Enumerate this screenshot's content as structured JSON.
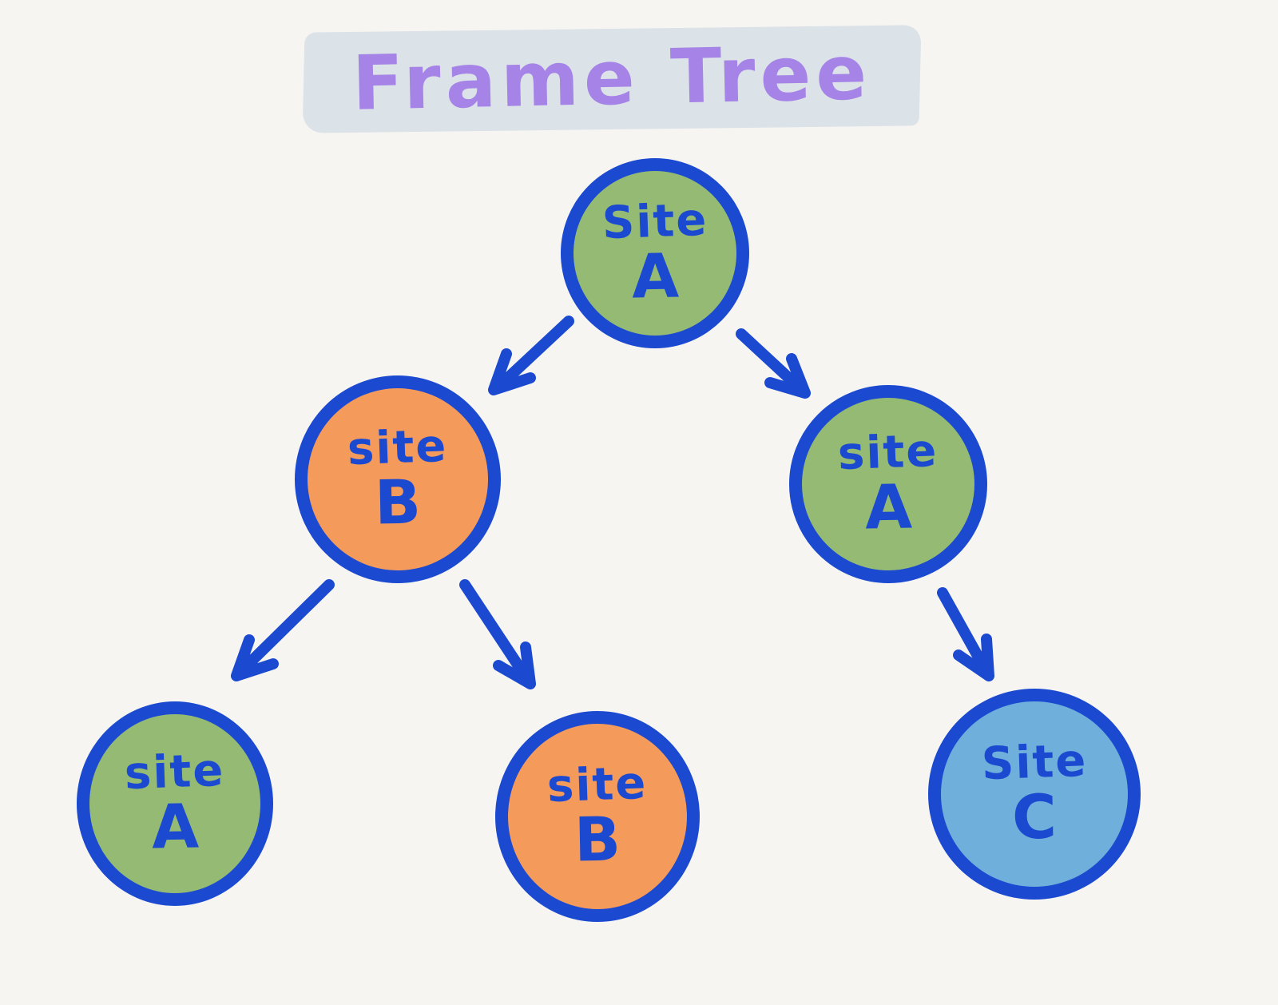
{
  "title": "Frame Tree",
  "colors": {
    "background": "#f6f5f2",
    "ink": "#1b4ad1",
    "arrow": "#1b4ad1",
    "title": "#a683e6",
    "title_highlight": "#dbe2e8",
    "green": "#94ba74",
    "orange": "#f49b5c",
    "blue": "#6fafdb"
  },
  "nodes": [
    {
      "id": "root",
      "word": "Site",
      "letter": "A",
      "fill": "green"
    },
    {
      "id": "mid-left",
      "word": "site",
      "letter": "B",
      "fill": "orange"
    },
    {
      "id": "mid-right",
      "word": "site",
      "letter": "A",
      "fill": "green"
    },
    {
      "id": "bottom-left",
      "word": "site",
      "letter": "A",
      "fill": "green"
    },
    {
      "id": "bottom-center",
      "word": "site",
      "letter": "B",
      "fill": "orange"
    },
    {
      "id": "bottom-right",
      "word": "Site",
      "letter": "C",
      "fill": "blue"
    }
  ],
  "edges": [
    {
      "from": "root",
      "to": "mid-left"
    },
    {
      "from": "root",
      "to": "mid-right"
    },
    {
      "from": "mid-left",
      "to": "bottom-left"
    },
    {
      "from": "mid-left",
      "to": "bottom-center"
    },
    {
      "from": "mid-right",
      "to": "bottom-right"
    }
  ]
}
